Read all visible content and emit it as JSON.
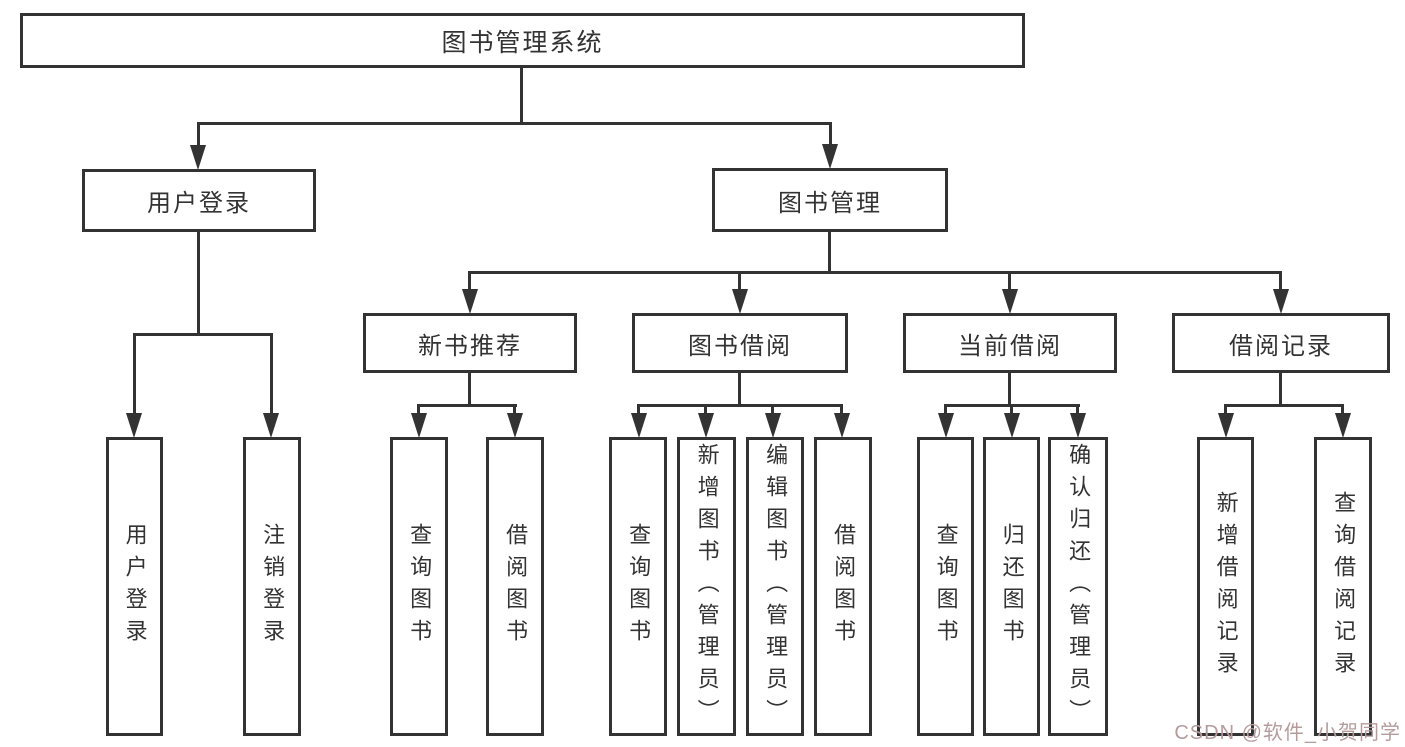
{
  "tree": {
    "label": "图书管理系统",
    "children": [
      {
        "label": "用户登录",
        "children": [
          {
            "label": "用户登录"
          },
          {
            "label": "注销登录"
          }
        ]
      },
      {
        "label": "图书管理",
        "children": [
          {
            "label": "新书推荐",
            "children": [
              {
                "label": "查询图书"
              },
              {
                "label": "借阅图书"
              }
            ]
          },
          {
            "label": "图书借阅",
            "children": [
              {
                "label": "查询图书"
              },
              {
                "label": "新增图书（管理员）"
              },
              {
                "label": "编辑图书（管理员）"
              },
              {
                "label": "借阅图书"
              }
            ]
          },
          {
            "label": "当前借阅",
            "children": [
              {
                "label": "查询图书"
              },
              {
                "label": "归还图书"
              },
              {
                "label": "确认归还（管理员）"
              }
            ]
          },
          {
            "label": "借阅记录",
            "children": [
              {
                "label": "新增借阅记录"
              },
              {
                "label": "查询借阅记录"
              }
            ]
          }
        ]
      }
    ]
  },
  "watermark": {
    "text": "CSDN @软件_小贺同学",
    "color": "#b49c9c"
  },
  "colors": {
    "line": "#333333",
    "text": "#333333",
    "box_background": "#ffffff",
    "page_background": "#ffffff"
  }
}
